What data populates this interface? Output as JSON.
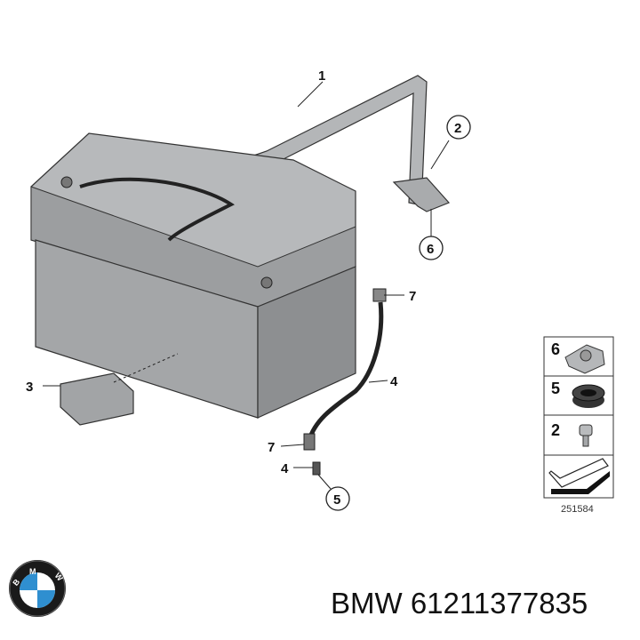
{
  "diagram": {
    "callouts": {
      "c1": "1",
      "c2": "2",
      "c6": "6",
      "c7a": "7",
      "c4a": "4",
      "c3": "3",
      "c7b": "7",
      "c4b": "4",
      "c5": "5"
    },
    "legend": {
      "items": [
        {
          "number": "6",
          "part": "clip-nut"
        },
        {
          "number": "5",
          "part": "grommet"
        },
        {
          "number": "2",
          "part": "screw"
        }
      ],
      "reference": "251584"
    }
  },
  "footer": {
    "logo_text": "BMW",
    "part_number": "BMW 61211377835"
  },
  "colors": {
    "battery": "#a7a9ab",
    "battery_dark": "#6e7072",
    "bmw_blue": "#2f8fd0"
  }
}
